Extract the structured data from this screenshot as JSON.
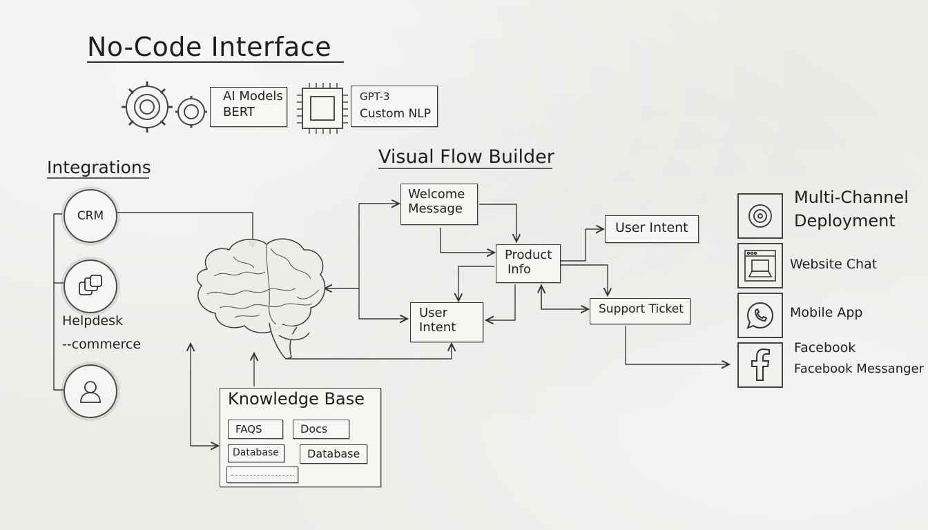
{
  "title": "No-Code Interface",
  "models": {
    "left_lines": [
      "AI Models",
      "BERT"
    ],
    "right_lines": [
      "GPT-3",
      "Custom NLP"
    ]
  },
  "integrations": {
    "heading": "Integrations",
    "crm": "CRM",
    "helpdesk": "Helpdesk",
    "ecommerce": "-­-commerce"
  },
  "flow": {
    "heading": "Visual Flow Builder",
    "welcome": [
      "Welcome",
      "Message"
    ],
    "product_info": [
      "Product",
      "Info"
    ],
    "user_intent_top": "User Intent",
    "user_intent_mid": [
      "User",
      "Intent"
    ],
    "support_ticket": "Support Ticket"
  },
  "knowledge_base": {
    "heading": "Knowledge Base",
    "items": [
      "FAQS",
      "Docs",
      "Database",
      "Database"
    ]
  },
  "channels": {
    "heading": [
      "Multi-Channel",
      "Deployment"
    ],
    "website_chat": "Website Chat",
    "mobile_app": "Mobile App",
    "facebook": "Facebook",
    "facebook_messenger": "Facebook Messanger"
  },
  "icons": {
    "gears": "gear-icon",
    "chip": "chip-icon",
    "brain": "brain-icon",
    "crm": "crm-circle",
    "helpdesk": "chat-squares-icon",
    "ecommerce": "user-icon",
    "target": "target-icon",
    "website": "laptop-icon",
    "mobile": "whatsapp-icon",
    "facebook": "facebook-icon"
  }
}
